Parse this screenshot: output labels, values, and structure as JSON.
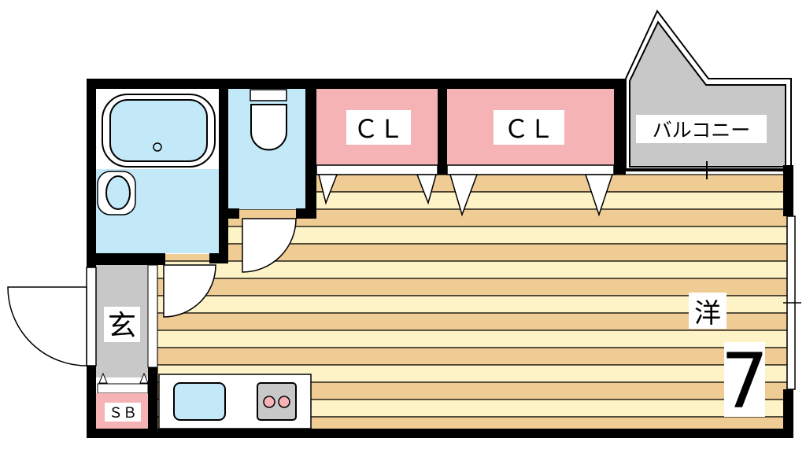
{
  "rooms": {
    "closet1": "ＣＬ",
    "closet2": "ＣＬ",
    "balcony": "バルコニー",
    "western_room": "洋",
    "western_room_size": "7",
    "entrance": "玄",
    "shoe_box": "ＳＢ"
  },
  "colors": {
    "closet": "#f5b3b5",
    "wet_area": "#c3e8f8",
    "balcony": "#c8c8c8",
    "floor_dark": "#efcc94",
    "floor_light": "#fdf3c6",
    "wall": "#000000"
  }
}
